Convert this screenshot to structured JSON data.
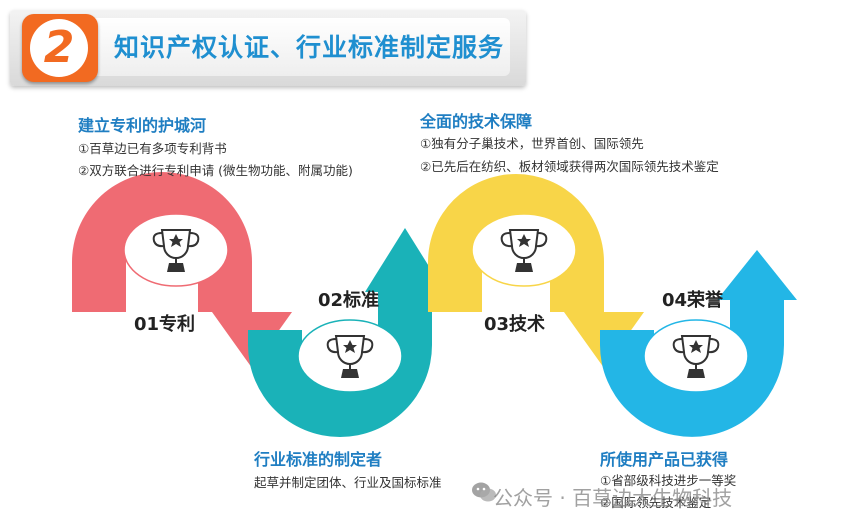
{
  "banner": {
    "number": "2",
    "title": "知识产权认证、行业标准制定服务"
  },
  "sections": [
    {
      "heading": "建立专利的护城河",
      "items": [
        "①百草边已有多项专利背书",
        "②双方联合进行专利申请 (微生物功能、附属功能)"
      ]
    },
    {
      "heading": "全面的技术保障",
      "items": [
        "①独有分子巢技术，世界首创、国际领先",
        "②已先后在纺织、板材领域获得两次国际领先技术鉴定"
      ]
    },
    {
      "heading": "行业标准的制定者",
      "items": [
        "起草并制定团体、行业及国标标准"
      ]
    },
    {
      "heading": "所使用产品已获得",
      "items": [
        "①省部级科技进步一等奖",
        "②国际领先技术鉴定"
      ]
    }
  ],
  "steps": [
    "01专利",
    "02标准",
    "03技术",
    "04荣誉"
  ],
  "colors": {
    "red": "#ef6b73",
    "teal": "#1ab2b8",
    "yellow": "#f8d548",
    "blue": "#23b6e6",
    "orange": "#f26a21",
    "heading_blue": "#1f7ec2"
  },
  "icons": [
    "trophy-icon",
    "trophy-icon",
    "trophy-icon",
    "trophy-icon"
  ],
  "watermark": "公众号 · 百草边大生物科技"
}
